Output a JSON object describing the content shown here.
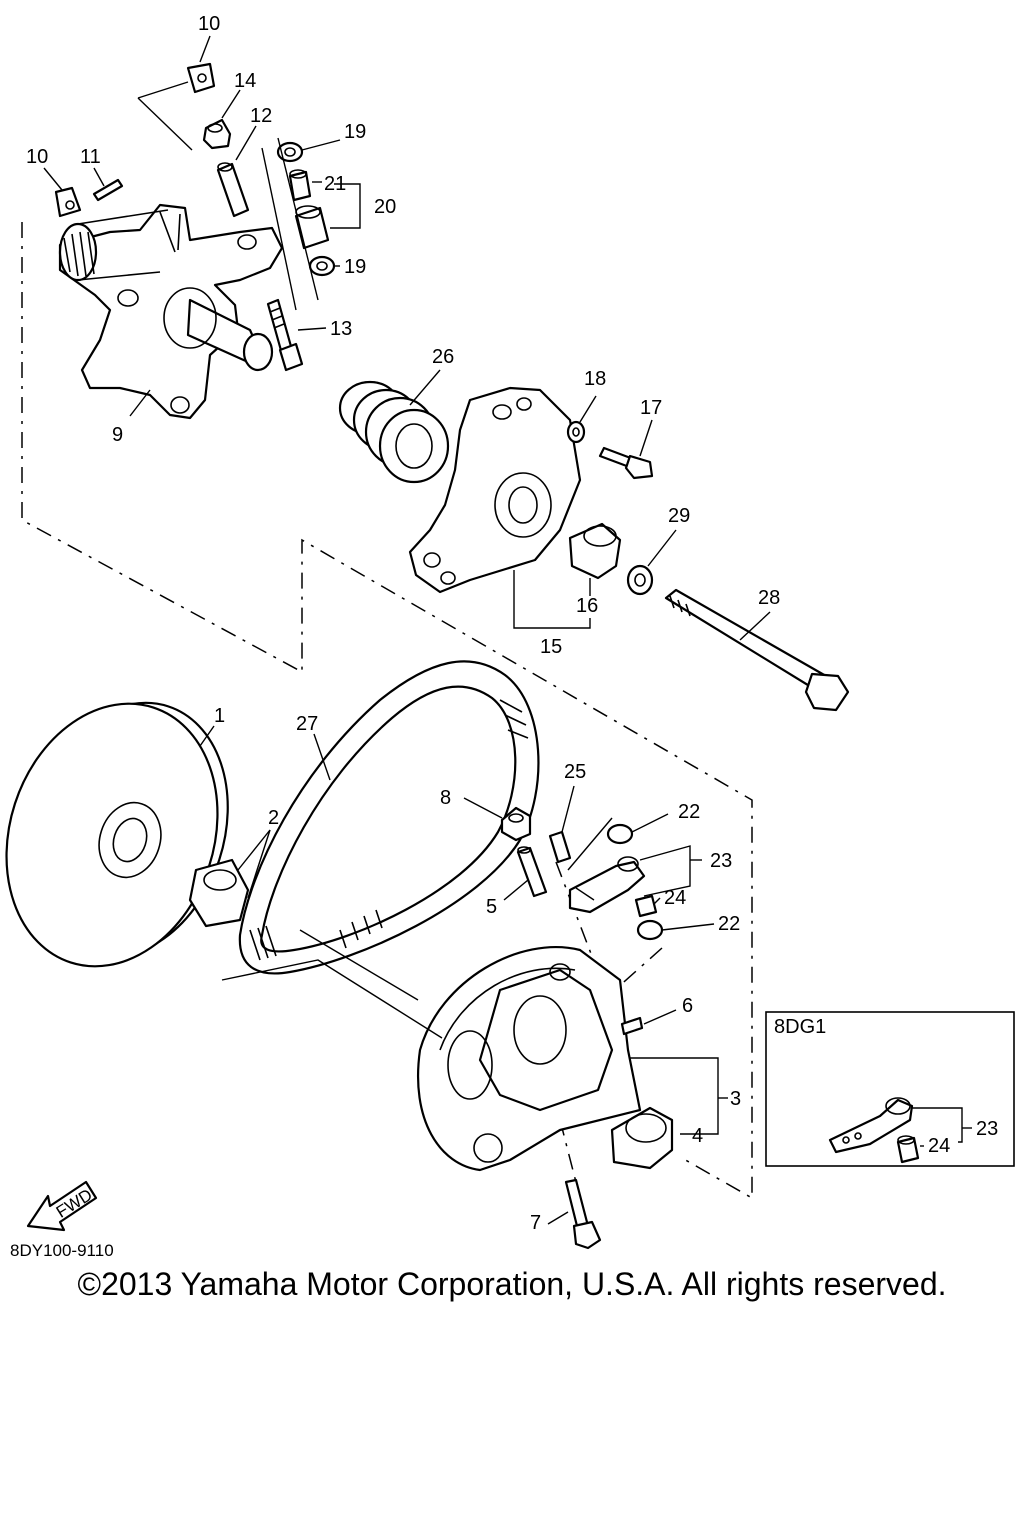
{
  "callouts": {
    "c1": "1",
    "c2": "2",
    "c3": "3",
    "c4": "4",
    "c5": "5",
    "c6": "6",
    "c7": "7",
    "c8": "8",
    "c9": "9",
    "c10a": "10",
    "c10b": "10",
    "c11": "11",
    "c12": "12",
    "c13": "13",
    "c14": "14",
    "c15": "15",
    "c16": "16",
    "c17": "17",
    "c18": "18",
    "c19a": "19",
    "c19b": "19",
    "c20": "20",
    "c21": "21",
    "c22a": "22",
    "c22b": "22",
    "c23": "23",
    "c24": "24",
    "c25": "25",
    "c26": "26",
    "c27": "27",
    "c28": "28",
    "c29": "29"
  },
  "inset": {
    "title": "8DG1",
    "c23": "23",
    "c24": "24"
  },
  "fwd_label": "FWD",
  "diagram_code": "8DY100-9110",
  "copyright": "©2013 Yamaha Motor Corporation, U.S.A. All rights reserved."
}
